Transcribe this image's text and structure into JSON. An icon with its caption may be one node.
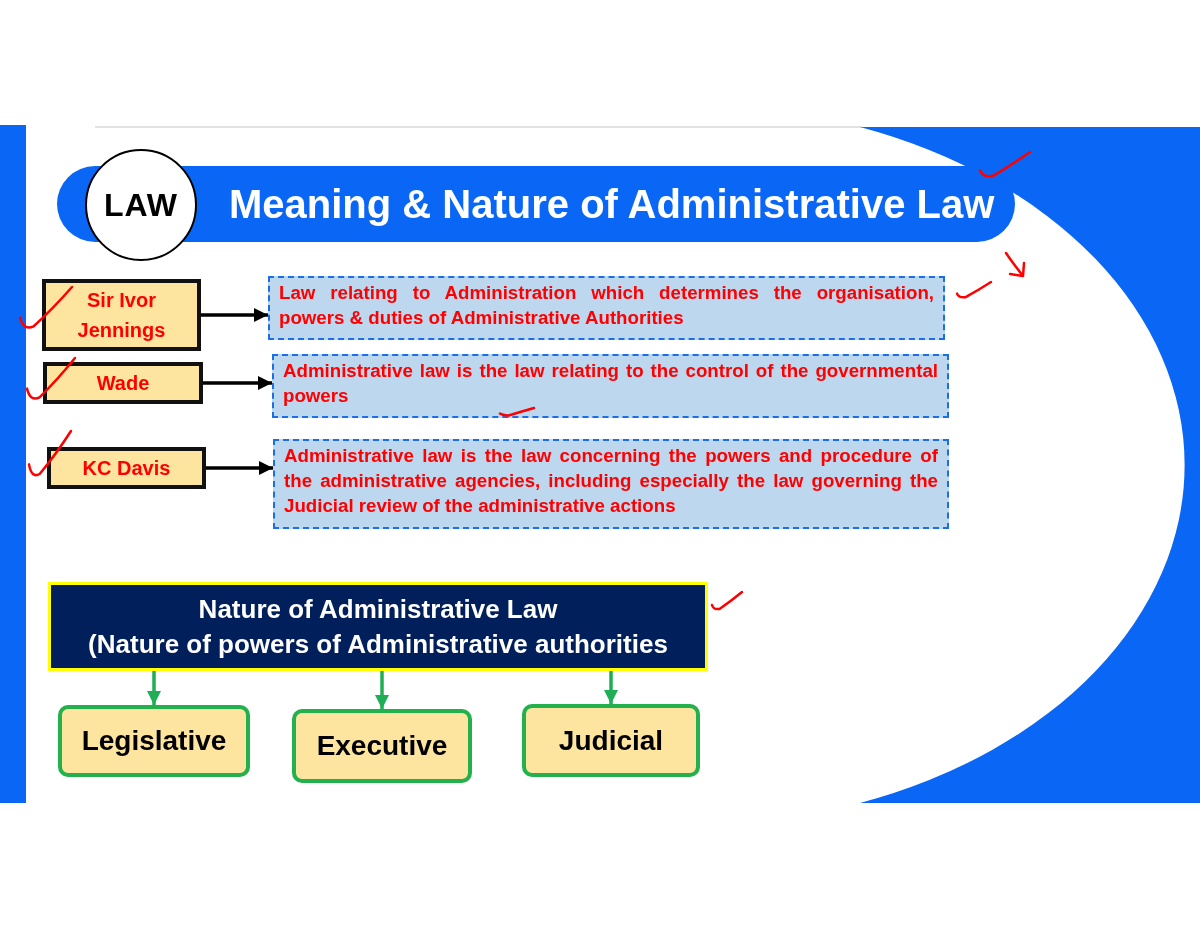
{
  "diagram": {
    "title": "Meaning & Nature of Administrative Law",
    "nodes": [
      {
        "text": [
          "LAW"
        ]
      },
      {
        "text": [
          "Sir Ivor Jennings"
        ]
      },
      {
        "text": [
          "Law relating to Administration which determines the organisation, powers & duties of Administrative Authorities"
        ]
      },
      {
        "text": [
          "Wade"
        ]
      },
      {
        "text": [
          "Administrative law is the law relating to the control of the governmental powers"
        ]
      },
      {
        "text": [
          "KC Davis"
        ]
      },
      {
        "text": [
          "Administrative law is the law concerning the powers and procedure of the administrative agencies, including especially the law governing the Judicial review of the administrative actions"
        ]
      },
      {
        "text": [
          "Nature of Administrative Law",
          "(Nature of powers of Administrative authorities"
        ]
      },
      {
        "text": [
          "Legislative"
        ]
      },
      {
        "text": [
          "Executive"
        ]
      },
      {
        "text": [
          "Judicial"
        ]
      }
    ],
    "edges": [
      {
        "from": 1,
        "to": 2,
        "arrow": "to"
      },
      {
        "from": 3,
        "to": 4,
        "arrow": "to"
      },
      {
        "from": 5,
        "to": 6,
        "arrow": "to"
      },
      {
        "from": 7,
        "to": 8,
        "arrow": "to",
        "color": "#1fae55"
      },
      {
        "from": 7,
        "to": 9,
        "arrow": "to",
        "color": "#1fae55"
      },
      {
        "from": 7,
        "to": 10,
        "arrow": "to",
        "color": "#1fae55"
      }
    ]
  }
}
